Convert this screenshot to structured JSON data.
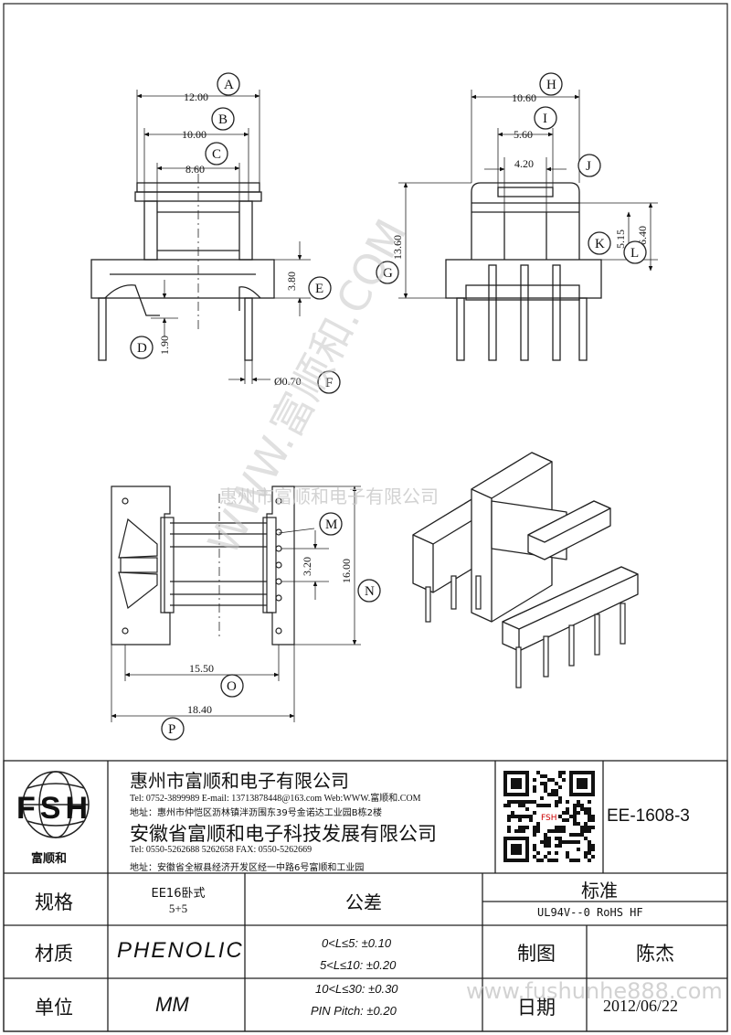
{
  "drawing": {
    "dims": {
      "A": "12.00",
      "B": "10.00",
      "C": "8.60",
      "E": "3.80",
      "D": "1.90",
      "F": "Ø0.70",
      "H": "10.60",
      "I": "5.60",
      "J": "4.20",
      "G": "13.60",
      "K": "5.15",
      "L": "6.40",
      "M": "3.20",
      "N": "16.00",
      "O": "15.50",
      "P": "18.40"
    },
    "labels": [
      "A",
      "B",
      "C",
      "D",
      "E",
      "F",
      "G",
      "H",
      "I",
      "J",
      "K",
      "L",
      "M",
      "N",
      "O",
      "P"
    ],
    "watermark_diag": "WWW.富顺和.COM",
    "watermark_company": "惠州市富顺和电子有限公司",
    "watermark_url": "www.fushunhe888.com"
  },
  "title_block": {
    "logo_letters": "FSH",
    "logo_caption": "富顺和",
    "company1": {
      "name": "惠州市富顺和电子有限公司",
      "contact": "Tel:  0752-3899989   E-mail: 13713878448@163.com   Web:WWW.富顺和.COM",
      "address": "地址：惠州市仲恺区沥林镇泮沥围东39号金诺达工业园B栋2楼"
    },
    "company2": {
      "name": "安徽省富顺和电子科技发展有限公司",
      "contact": "Tel:  0550-5262688   5262658      FAX:  0550-5262669",
      "address": "地址：安徽省全椒县经济开发区经一中路6号富顺和工业园"
    },
    "qr_caption": "FSH",
    "part_no": "EE-1608-3",
    "spec_label": "规格",
    "spec_value_1": "EE16卧式",
    "spec_value_2": "5+5",
    "tolerance_label": "公差",
    "tolerances": [
      "0<L≤5: ±0.10",
      "5<L≤10: ±0.20",
      "10<L≤30: ±0.30",
      "PIN Pitch: ±0.20"
    ],
    "standard_label": "标准",
    "standard_value": "UL94V--0  RoHS HF",
    "material_label": "材质",
    "material_value": "PHENOLIC",
    "drawn_label": "制图",
    "drawn_value": "陈杰",
    "unit_label": "单位",
    "unit_value": "MM",
    "date_label": "日期",
    "date_value": "2012/06/22"
  }
}
